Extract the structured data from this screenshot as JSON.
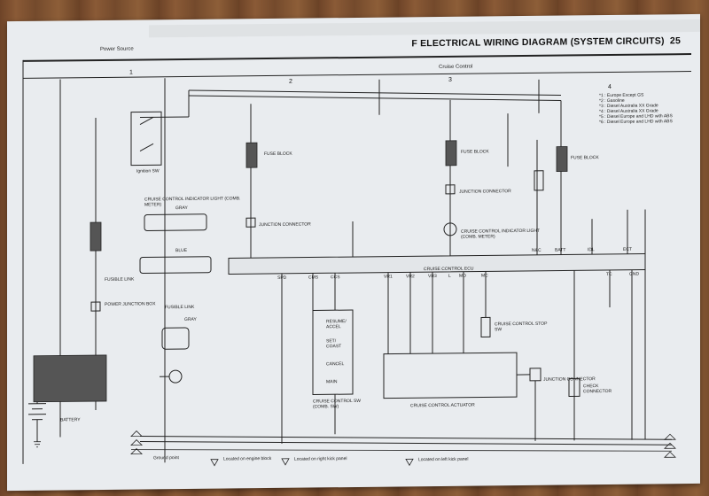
{
  "header": {
    "title": "F ELECTRICAL WIRING DIAGRAM (SYSTEM CIRCUITS)",
    "page": "25"
  },
  "sections": {
    "power_source": "Power Source",
    "cruise_control": "Cruise Control"
  },
  "columns": [
    "1",
    "2",
    "3",
    "4"
  ],
  "components": {
    "ignition_sw": "Ignition SW",
    "fuse_block": "FUSE BLOCK",
    "fuse_block_2": "FUSE BLOCK",
    "fuse_block_3": "FUSE BLOCK",
    "junction_connector": "JUNCTION CONNECTOR",
    "junction_connector_2": "JUNCTION CONNECTOR",
    "junction_connector_3": "JUNCTION CONNECTOR",
    "cruise_ind_light": "CRUISE CONTROL INDICATOR LIGHT (COMB. METER)",
    "cruise_ind": "CRUISE CONTROL INDICATOR LIGHT (COMB. METER)",
    "power_junction_box": "POWER JUNCTION BOX",
    "fusible_link": "FUSIBLE LINK",
    "fusible_link_2": "FUSIBLE LINK",
    "battery": "BATTERY",
    "cruise_ecu": "CRUISE CONTROL ECU",
    "cruise_sw": "CRUISE CONTROL SW (COMB. SW)",
    "cruise_stop_sw": "CRUISE CONTROL STOP SW",
    "cruise_actuator": "CRUISE CONTROL ACTUATOR",
    "check_connector": "CHECK CONNECTOR",
    "sw_resume": "RESUME/ ACCEL",
    "sw_set": "SET/ COAST",
    "sw_cancel": "CANCEL",
    "sw_main": "MAIN",
    "conn_gray": "GRAY",
    "conn_blue": "BLUE",
    "conn_gray2": "GRAY"
  },
  "ecu_pins": [
    "SPD",
    "CMS",
    "CCS",
    "VR1",
    "VR2",
    "VR3",
    "L",
    "MO",
    "MC",
    "N&C",
    "BATT",
    "IDL",
    "ECT",
    "TC",
    "GND"
  ],
  "notes": [
    "*1 : Europe Except GS",
    "*2 : Gasoline",
    "*3 : Diesel Australia XX Grade",
    "*4 : Diesel Australia XX Grade",
    "*5 : Diesel Europe and LHD with ABS",
    "*6 : Diesel Europe and LHD with ABS"
  ],
  "legend": [
    {
      "label": "Ground point",
      "icon": "ground-symbol"
    },
    {
      "label": "Located on engine block",
      "icon": "triangle-A"
    },
    {
      "label": "Located on right kick panel",
      "icon": "triangle-B"
    },
    {
      "label": "Located on left kick panel",
      "icon": "triangle-C"
    }
  ],
  "colors": {
    "paper": "#e9ecef",
    "ink": "#222222",
    "wood": "#7a4e2e",
    "component": "#555555"
  }
}
